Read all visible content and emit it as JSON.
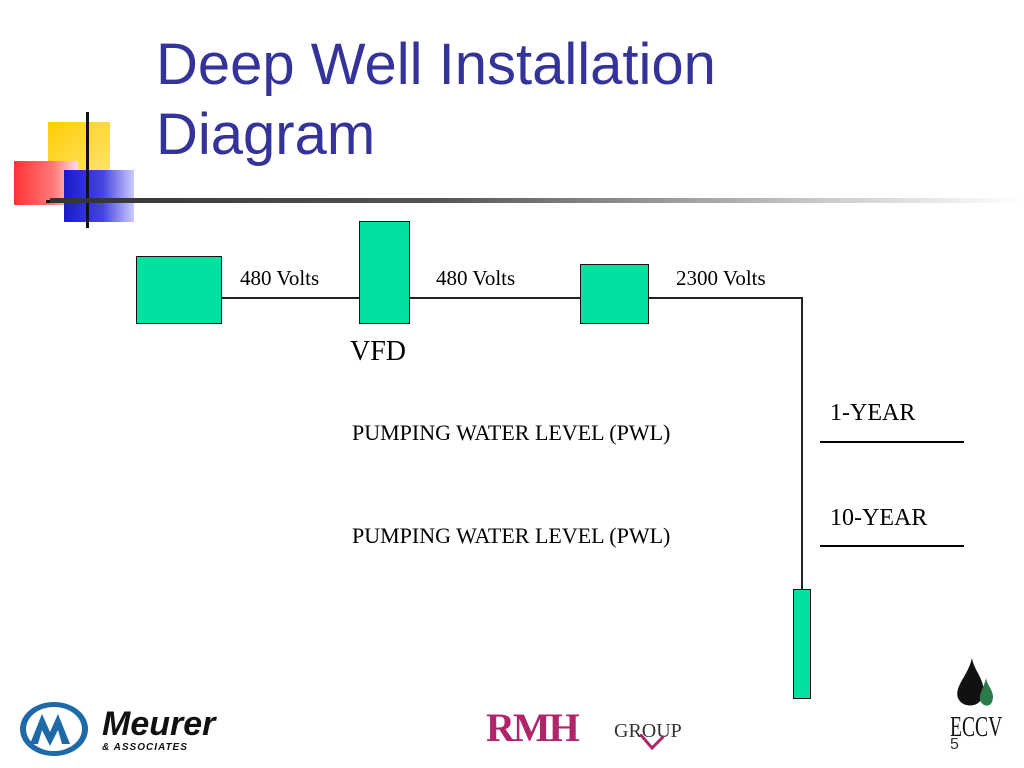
{
  "slide": {
    "title_line1": "Deep Well Installation",
    "title_line2": "Diagram",
    "slide_number": "5"
  },
  "diagram": {
    "voltage_1": "480 Volts",
    "voltage_2": "480 Volts",
    "voltage_3": "2300 Volts",
    "vfd_label": "VFD",
    "pwl_label_1": "PUMPING WATER LEVEL (PWL)",
    "pwl_label_2": "PUMPING WATER LEVEL (PWL)",
    "year_1": "1-YEAR",
    "year_2": "10-YEAR"
  },
  "logos": {
    "meurer_name": "Meurer",
    "meurer_sub": "& ASSOCIATES",
    "rmh": "RMH",
    "rmh_group": "GROUP",
    "eccv": "ECCV"
  },
  "colors": {
    "title": "#333399",
    "component_fill": "#00e0a0",
    "rmh": "#b0246a"
  }
}
